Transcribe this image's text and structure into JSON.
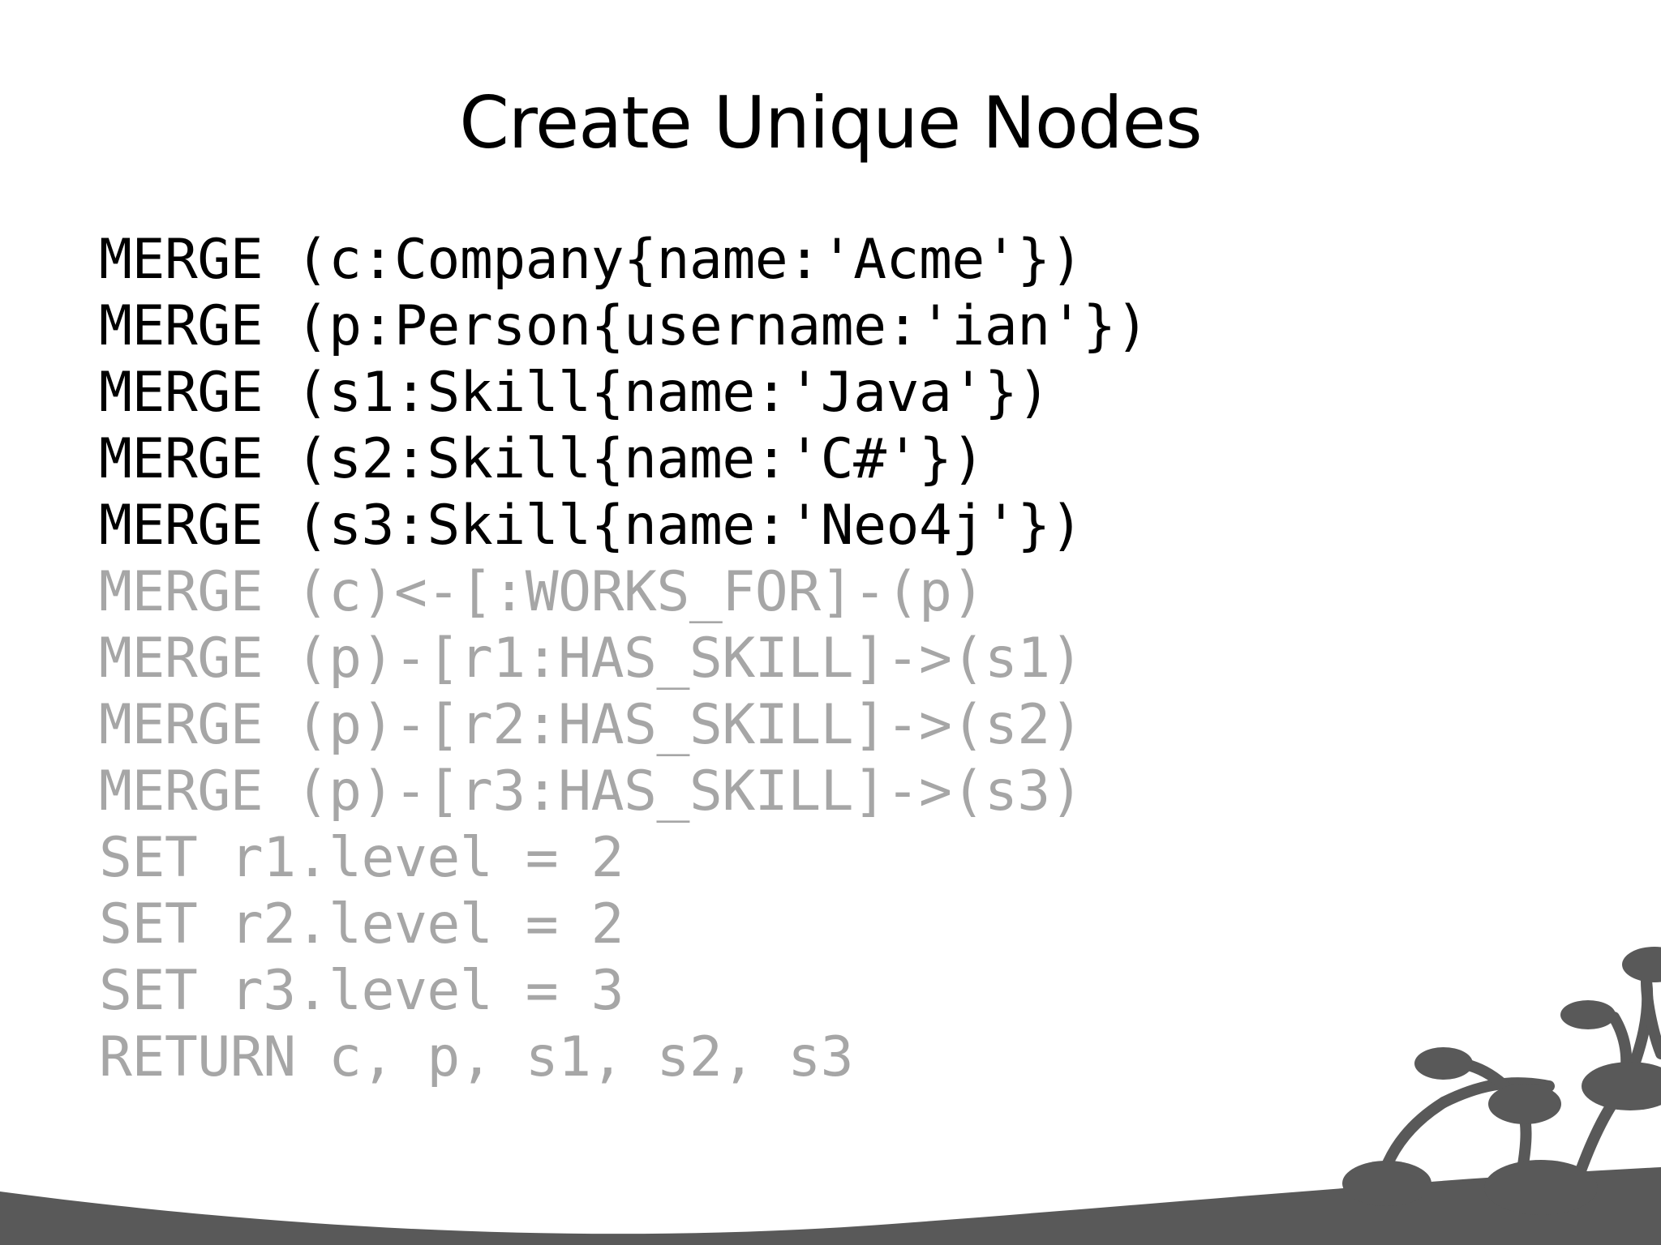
{
  "slide": {
    "title": "Create Unique Nodes",
    "code_lines": [
      {
        "text": "MERGE (c:Company{name:'Acme'})",
        "state": "active"
      },
      {
        "text": "MERGE (p:Person{username:'ian'})",
        "state": "active"
      },
      {
        "text": "MERGE (s1:Skill{name:'Java'})",
        "state": "active"
      },
      {
        "text": "MERGE (s2:Skill{name:'C#'})",
        "state": "active"
      },
      {
        "text": "MERGE (s3:Skill{name:'Neo4j'})",
        "state": "active"
      },
      {
        "text": "MERGE (c)<-[:WORKS_FOR]-(p)",
        "state": "dimmed"
      },
      {
        "text": "MERGE (p)-[r1:HAS_SKILL]->(s1)",
        "state": "dimmed"
      },
      {
        "text": "MERGE (p)-[r2:HAS_SKILL]->(s2)",
        "state": "dimmed"
      },
      {
        "text": "MERGE (p)-[r3:HAS_SKILL]->(s3)",
        "state": "dimmed"
      },
      {
        "text": "SET r1.level = 2",
        "state": "dimmed"
      },
      {
        "text": "SET r2.level = 2",
        "state": "dimmed"
      },
      {
        "text": "SET r3.level = 3",
        "state": "dimmed"
      },
      {
        "text": "RETURN c, p, s1, s2, s3",
        "state": "dimmed"
      }
    ]
  },
  "colors": {
    "active_text": "#000000",
    "dimmed_text": "#a6a6a6",
    "decoration": "#595959"
  }
}
